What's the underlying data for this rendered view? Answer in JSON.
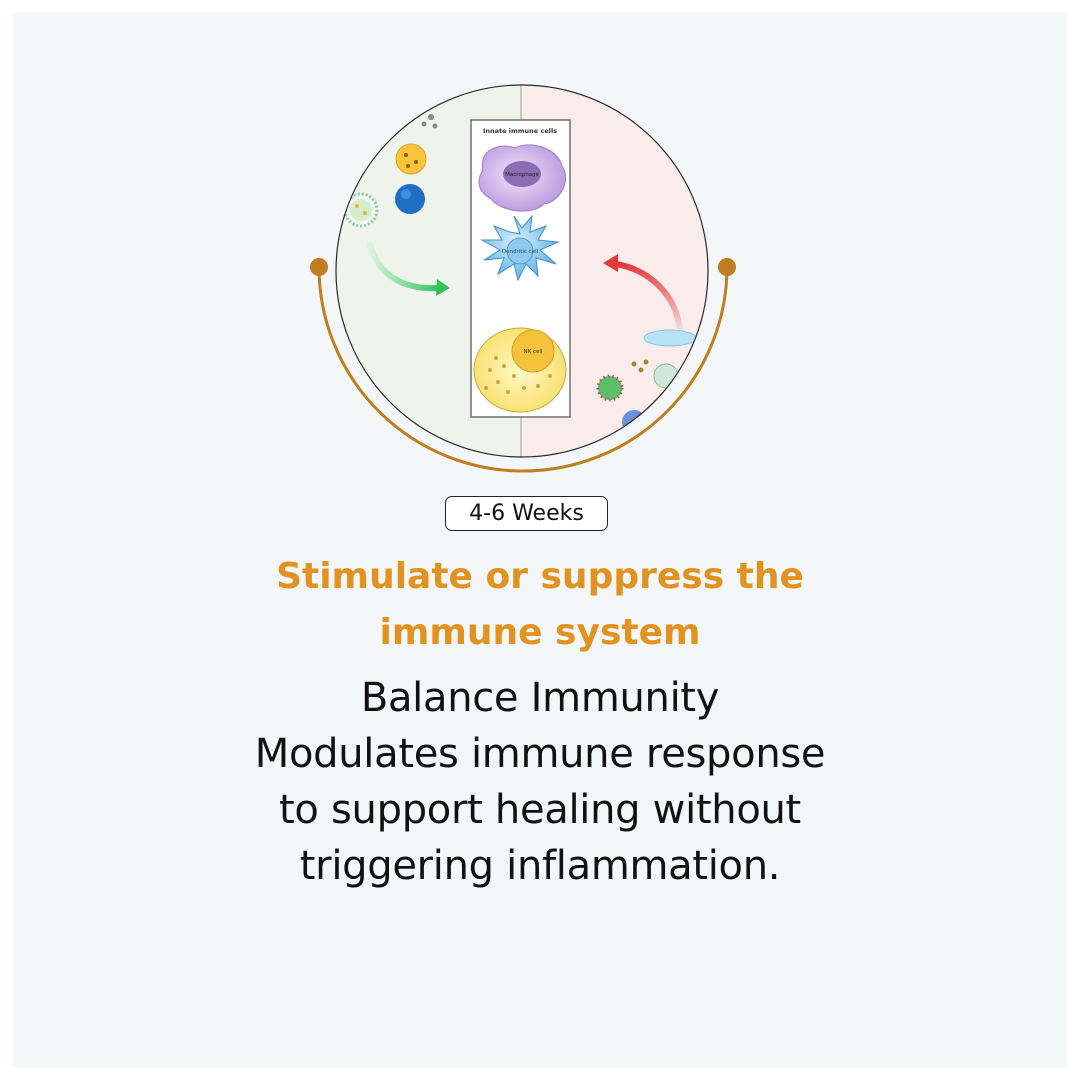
{
  "illustration": {
    "panel_title": "Innate immune cells",
    "cells": [
      {
        "label": "Macrophage"
      },
      {
        "label": "Dendritic cell"
      },
      {
        "label": "NK cell"
      }
    ]
  },
  "badge": {
    "label": "4-6 Weeks"
  },
  "headline": {
    "line1": "Stimulate or suppress the",
    "line2": "immune system"
  },
  "body": {
    "lines": [
      "Balance Immunity",
      "Modulates immune response",
      "to support healing without",
      "triggering inflammation."
    ]
  },
  "colors": {
    "accent": "#e29220",
    "arc": "#c07d22",
    "background": "#f4f7f7",
    "left_panel": "#eef4ec",
    "right_panel": "#fbecec"
  }
}
